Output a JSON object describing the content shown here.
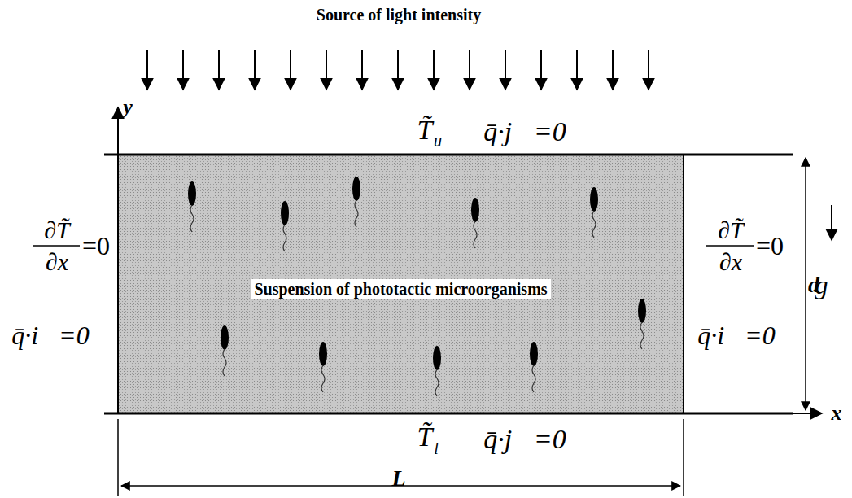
{
  "diagram": {
    "nodes": [
      {
        "text": [
          "Suspension of phototactic microorganisms"
        ]
      }
    ],
    "labels": [
      "Source of light intensity",
      "y",
      "T̃",
      "u",
      "q̄·j⃗=0",
      "∂T̃",
      "∂x",
      "=0",
      "q̄·i⃗=0",
      "∂T̃",
      "∂x",
      "=0",
      "q̄·i⃗=0",
      "d",
      "g⃗",
      "T̃",
      "l",
      "q̄·j⃗=0",
      "x",
      "L"
    ]
  }
}
